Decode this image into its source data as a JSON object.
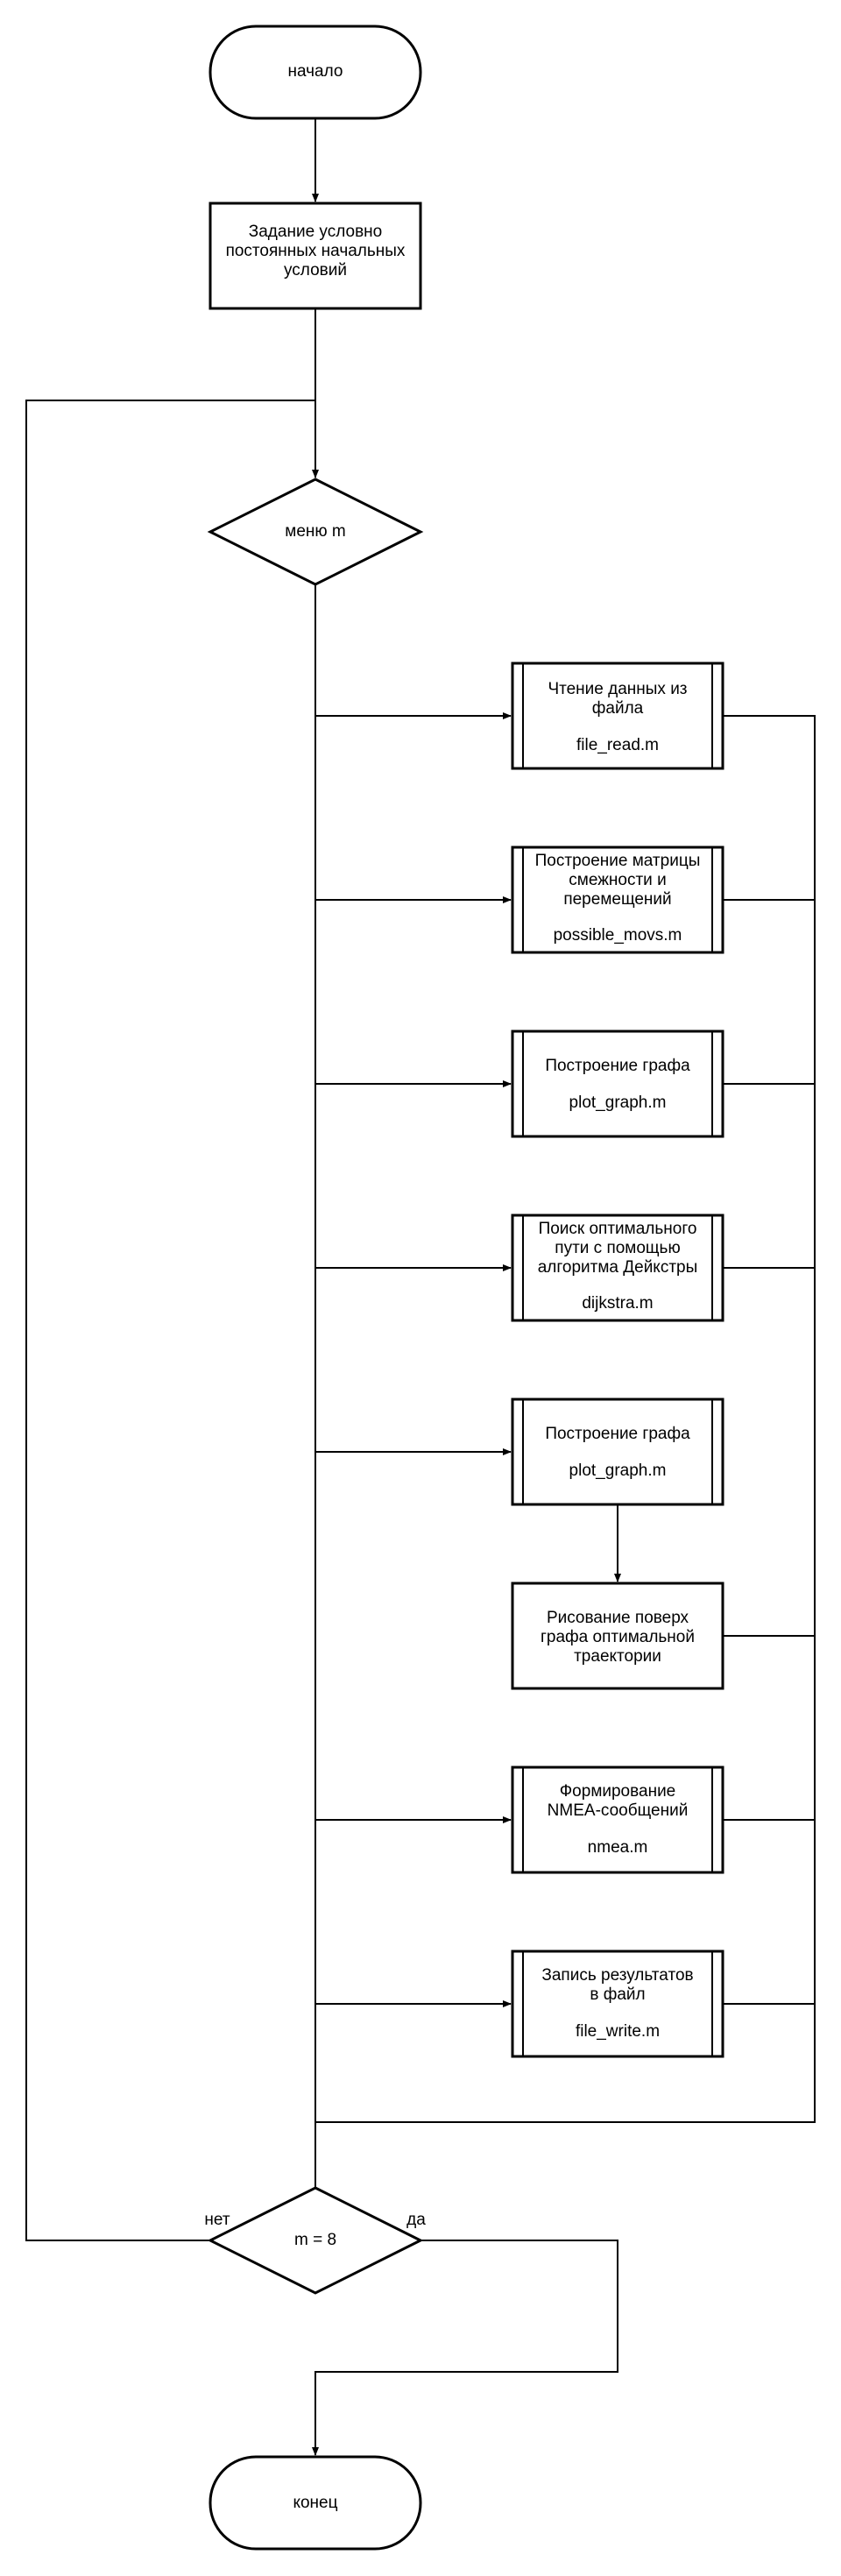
{
  "flowchart": {
    "start": "начало",
    "init": [
      "Задание условно",
      "постоянных начальных",
      "условий"
    ],
    "menu": "меню m",
    "procedures": [
      {
        "lines": [
          "Чтение данных из",
          "файла"
        ],
        "file": "file_read.m"
      },
      {
        "lines": [
          "Построение матрицы",
          "смежности и",
          "перемещений"
        ],
        "file": "possible_movs.m"
      },
      {
        "lines": [
          "Построение графа"
        ],
        "file": "plot_graph.m"
      },
      {
        "lines": [
          "Поиск оптимального",
          "пути с помощью",
          "алгоритма Дейкстры"
        ],
        "file": "dijkstra.m"
      },
      {
        "lines": [
          "Построение графа"
        ],
        "file": "plot_graph.m"
      },
      {
        "lines": [
          "Формирование",
          "NMEA-сообщений"
        ],
        "file": "nmea.m"
      },
      {
        "lines": [
          "Запись результатов",
          "в файл"
        ],
        "file": "file_write.m"
      }
    ],
    "overlay": [
      "Рисование поверх",
      "графа оптимальной",
      "траектории"
    ],
    "condition": "m = 8",
    "no_label": "нет",
    "yes_label": "да",
    "end": "конец"
  }
}
